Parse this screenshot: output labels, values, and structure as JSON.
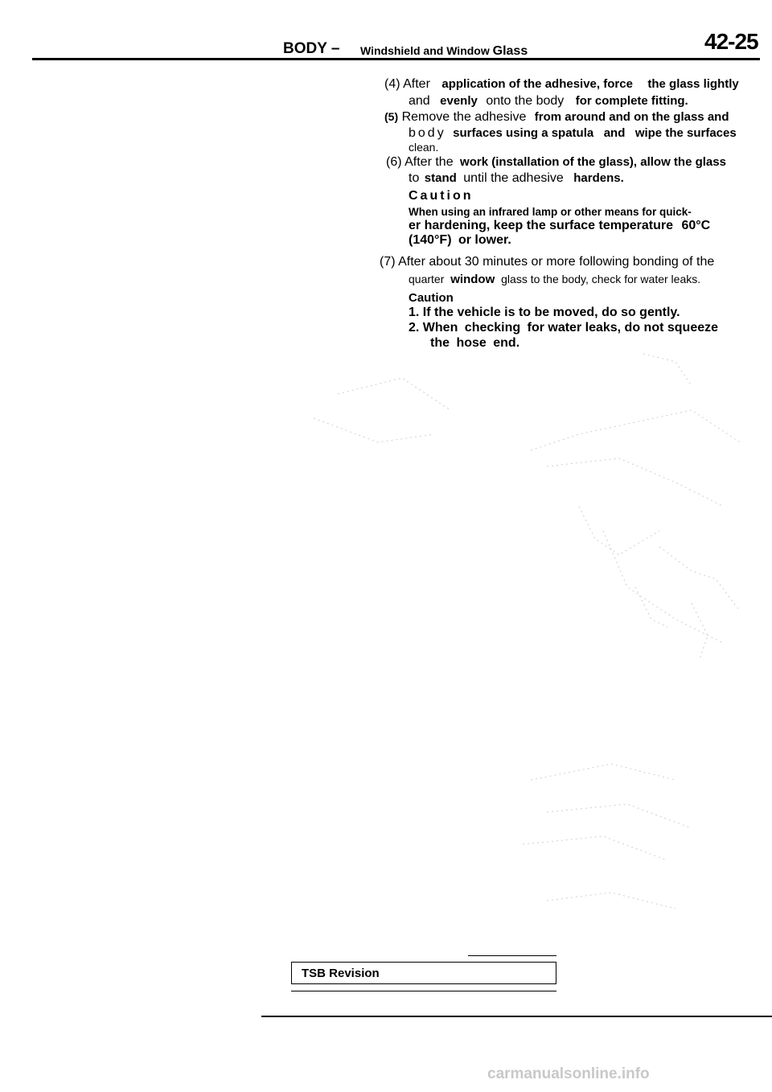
{
  "header": {
    "section": "BODY",
    "dash": "–",
    "subtitle": "Windshield and Window",
    "subtitle_end": "Glass",
    "page_number": "42-25"
  },
  "steps": {
    "s4": {
      "l1a": "(4) After",
      "l1b": "application of the adhesive, force",
      "l1c": "the glass lightly",
      "l2a": "and",
      "l2b": "evenly",
      "l2c": "onto the body",
      "l2d": "for complete fitting."
    },
    "s5": {
      "num": "(5)",
      "l1a": "Remove the adhesive",
      "l1b": "from around and on the glass and",
      "l2a": "body",
      "l2b": "surfaces using a spatula",
      "l2c": "and",
      "l2d": "wipe the surfaces",
      "l3": "clean."
    },
    "s6": {
      "l1a": "(6) After the",
      "l1b": "work (installation of the glass), allow the glass",
      "l2a": "to",
      "l2b": "stand",
      "l2c": "until the adhesive",
      "l2d": "hardens."
    },
    "caution1": {
      "title": "Caution",
      "l1": "When using an infrared lamp or other means for quick-",
      "l2a": "er hardening, keep the surface temperature",
      "l2b": "60°C",
      "l3a": "(140°F)",
      "l3b": "or lower."
    },
    "s7": {
      "l1": "(7) After about 30 minutes or more following bonding of the",
      "l2a": "quarter",
      "l2b": "window",
      "l2c": "glass to the body, check for water leaks."
    },
    "caution2": {
      "title": "Caution",
      "l1": "1. If the vehicle is to be moved, do so gently.",
      "l2a": "2. When",
      "l2b": "checking",
      "l2c": "for water leaks, do not squeeze",
      "l3a": "the",
      "l3b": "hose",
      "l3c": "end."
    }
  },
  "footer": {
    "tsb_label": "TSB Revision",
    "watermark": "carmanualsonline.info"
  }
}
